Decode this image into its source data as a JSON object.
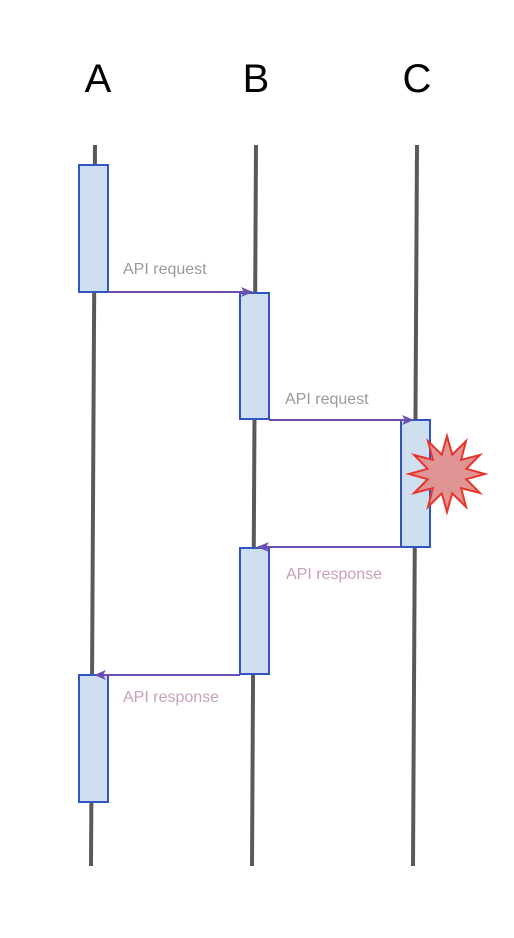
{
  "participants": [
    {
      "id": "A",
      "name": "A"
    },
    {
      "id": "B",
      "name": "B"
    },
    {
      "id": "C",
      "name": "C"
    }
  ],
  "messages": [
    {
      "from": "A",
      "to": "B",
      "label": "API request",
      "kind": "request"
    },
    {
      "from": "B",
      "to": "C",
      "label": "API request",
      "kind": "request"
    },
    {
      "from": "C",
      "to": "B",
      "label": "API response",
      "kind": "response"
    },
    {
      "from": "B",
      "to": "A",
      "label": "API response",
      "kind": "response"
    }
  ],
  "colors": {
    "lifeline": "#595959",
    "activation_fill": "#d0dff0",
    "activation_stroke": "#2f55c2",
    "arrow": "#6a4fb0",
    "request_label": "#999999",
    "response_label": "#c9a0bc",
    "failure_fill": "#e09595",
    "failure_stroke": "#e8352b"
  },
  "failure_marker": {
    "on": "C",
    "icon": "explosion-burst-icon"
  }
}
